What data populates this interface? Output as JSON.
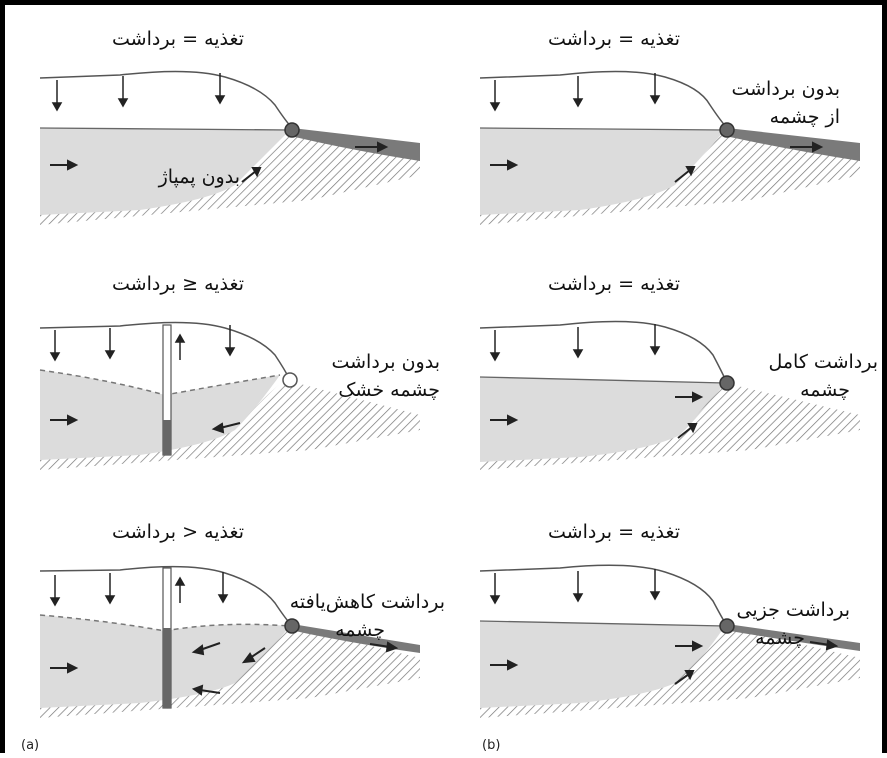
{
  "panels": [
    {
      "id": "a1",
      "title": "تغذیه = برداشت",
      "labels": [
        "بدون پمپاژ"
      ]
    },
    {
      "id": "b1",
      "title": "تغذیه = برداشت",
      "labels": [
        "بدون برداشت",
        "از چشمه"
      ]
    },
    {
      "id": "a2",
      "title": "تغذیه ≤ برداشت",
      "labels": [
        "بدون برداشت",
        "چشمه خشک"
      ]
    },
    {
      "id": "b2",
      "title": "تغذیه = برداشت",
      "labels": [
        "برداشت کامل",
        "چشمه"
      ]
    },
    {
      "id": "a3",
      "title": "تغذیه < برداشت",
      "labels": [
        "برداشت کاهش‌یافته",
        "چشمه"
      ]
    },
    {
      "id": "b3",
      "title": "تغذیه = برداشت",
      "labels": [
        "برداشت جزیی",
        "چشمه"
      ]
    }
  ],
  "captions": {
    "a": "(a)",
    "b": "(b)"
  },
  "colors": {
    "aquifer": "#dcdcdc",
    "stream": "#7a7a7a",
    "spring": "#666666",
    "outline": "#555555"
  }
}
